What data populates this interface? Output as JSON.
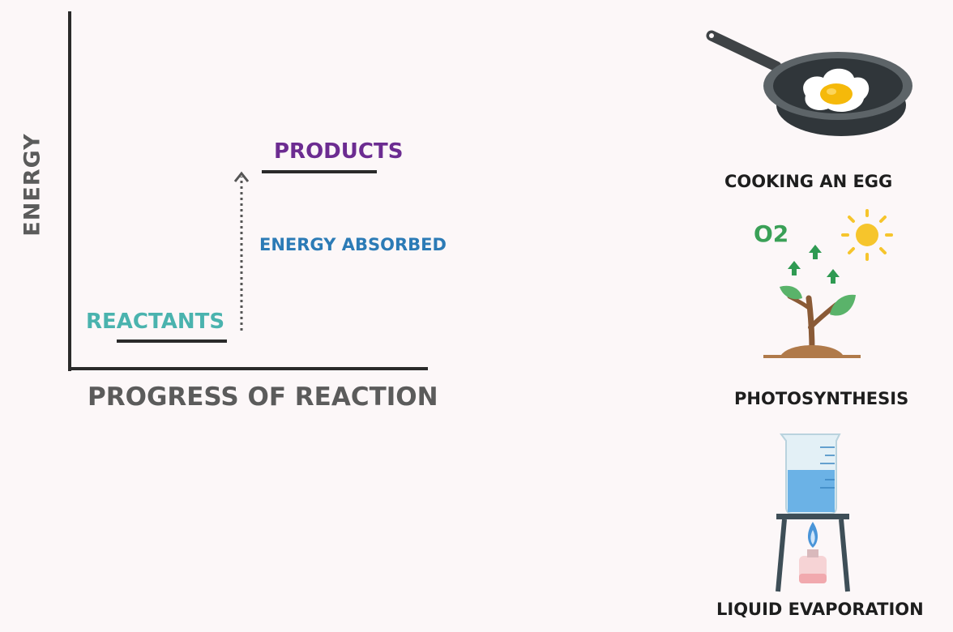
{
  "diagram": {
    "y_axis_label": "ENERGY",
    "x_axis_label": "PROGRESS OF REACTION",
    "reactants_label": "REACTANTS",
    "products_label": "PRODUCTS",
    "arrow_label": "ENERGY ABSORBED"
  },
  "examples": [
    {
      "label": "COOKING AN EGG",
      "icon": "frying-pan-egg-icon"
    },
    {
      "label": "PHOTOSYNTHESIS",
      "icon": "plant-sun-oxygen-icon"
    },
    {
      "label": "LIQUID EVAPORATION",
      "icon": "beaker-burner-icon"
    }
  ],
  "photosynthesis_icon_text": "O2",
  "colors": {
    "reactants": "#4ab3ae",
    "products": "#6c2c91",
    "energy_absorbed": "#2c7bb6",
    "axis": "#2a2a2a",
    "axis_labels": "#5b5b5b"
  }
}
